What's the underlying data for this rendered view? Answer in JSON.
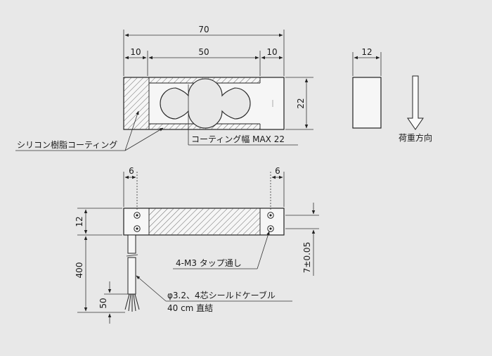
{
  "dimensions": {
    "top_total": "70",
    "top_left": "10",
    "top_middle": "50",
    "top_right": "10",
    "top_height": "22",
    "side_width": "12",
    "bottom_left_hole": "6",
    "bottom_right_hole": "6",
    "bottom_height": "12",
    "cable_length": "400",
    "strand_length": "50",
    "hole_offset": "7±0.05"
  },
  "labels": {
    "silicone_coating": "シリコン樹脂コーティング",
    "coating_width": "コーティング幅 MAX 22",
    "load_direction": "荷重方向",
    "tap_holes": "4-M3 タップ通し",
    "cable_line1": "φ3.2、4芯シールドケーブル",
    "cable_line2": "40 cm 直結"
  },
  "colors": {
    "background": "#e8e8e8",
    "body_fill": "#f6f6f6",
    "line": "#222222",
    "hatch": "#555555"
  }
}
